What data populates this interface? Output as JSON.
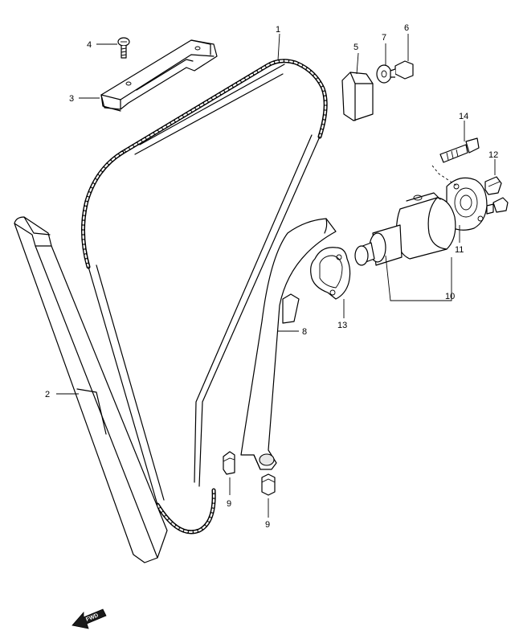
{
  "diagram": {
    "part_labels": [
      {
        "id": "p1",
        "text": "1"
      },
      {
        "id": "p2",
        "text": "2"
      },
      {
        "id": "p3",
        "text": "3"
      },
      {
        "id": "p4",
        "text": "4"
      },
      {
        "id": "p5",
        "text": "5"
      },
      {
        "id": "p6",
        "text": "6"
      },
      {
        "id": "p7",
        "text": "7"
      },
      {
        "id": "p8",
        "text": "8"
      },
      {
        "id": "p9a",
        "text": "9"
      },
      {
        "id": "p9b",
        "text": "9"
      },
      {
        "id": "p10",
        "text": "10"
      },
      {
        "id": "p11",
        "text": "11"
      },
      {
        "id": "p12",
        "text": "12"
      },
      {
        "id": "p13",
        "text": "13"
      },
      {
        "id": "p14",
        "text": "14"
      }
    ],
    "fwd_label": "FWD"
  }
}
